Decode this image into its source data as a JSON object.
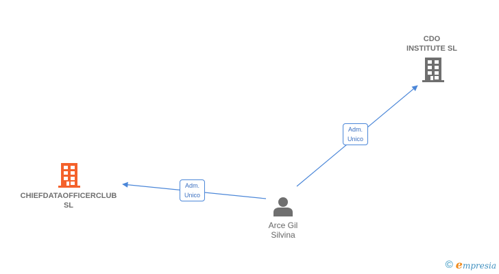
{
  "nodes": {
    "cdo": {
      "label_line1": "CDO",
      "label_line2": "INSTITUTE  SL",
      "icon": "building-icon",
      "color": "#6f6f6f"
    },
    "chief": {
      "label_line1": "CHIEFDATAOFFICERCLUB",
      "label_line2": "SL",
      "icon": "building-icon",
      "color": "#f4612b"
    },
    "person": {
      "label_line1": "Arce Gil",
      "label_line2": "Silvina",
      "icon": "person-icon",
      "color": "#6f6f6f"
    }
  },
  "edges": [
    {
      "from": "person",
      "to": "cdo",
      "role_line1": "Adm.",
      "role_line2": "Unico"
    },
    {
      "from": "person",
      "to": "chief",
      "role_line1": "Adm.",
      "role_line2": "Unico"
    }
  ],
  "footer": {
    "copyright": "©",
    "brand_e": "e",
    "brand_rest": "mpresia"
  },
  "colors": {
    "edge": "#4a86d8"
  }
}
